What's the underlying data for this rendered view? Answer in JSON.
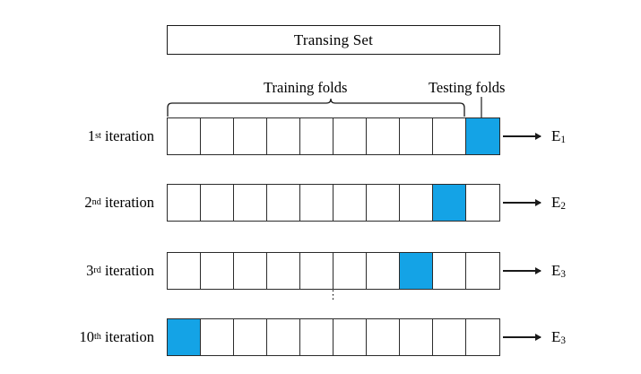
{
  "figure": {
    "type": "diagram",
    "subject": "k-fold cross-validation schematic",
    "title_box_label": "Transing Set",
    "annotations": {
      "training_folds_label": "Training folds",
      "testing_folds_label": "Testing folds",
      "ellipsis": "⋮"
    },
    "colors": {
      "test_fold_fill": "#14a3e6",
      "cell_border": "#2b2b2b",
      "title_border": "#1a1a1a",
      "text": "#000000",
      "background": "#ffffff"
    },
    "fold_count": 10,
    "rows": [
      {
        "label_number": "1",
        "label_ordinal": "st",
        "label_word": "iteration",
        "test_fold_index": 10,
        "error_label_base": "E",
        "error_label_sub": "1"
      },
      {
        "label_number": "2",
        "label_ordinal": "nd",
        "label_word": "iteration",
        "test_fold_index": 9,
        "error_label_base": "E",
        "error_label_sub": "2"
      },
      {
        "label_number": "3",
        "label_ordinal": "rd",
        "label_word": "iteration",
        "test_fold_index": 8,
        "error_label_base": "E",
        "error_label_sub": "3"
      },
      {
        "label_number": "10",
        "label_ordinal": "th",
        "label_word": "iteration",
        "test_fold_index": 1,
        "error_label_base": "E",
        "error_label_sub": "3"
      }
    ]
  }
}
